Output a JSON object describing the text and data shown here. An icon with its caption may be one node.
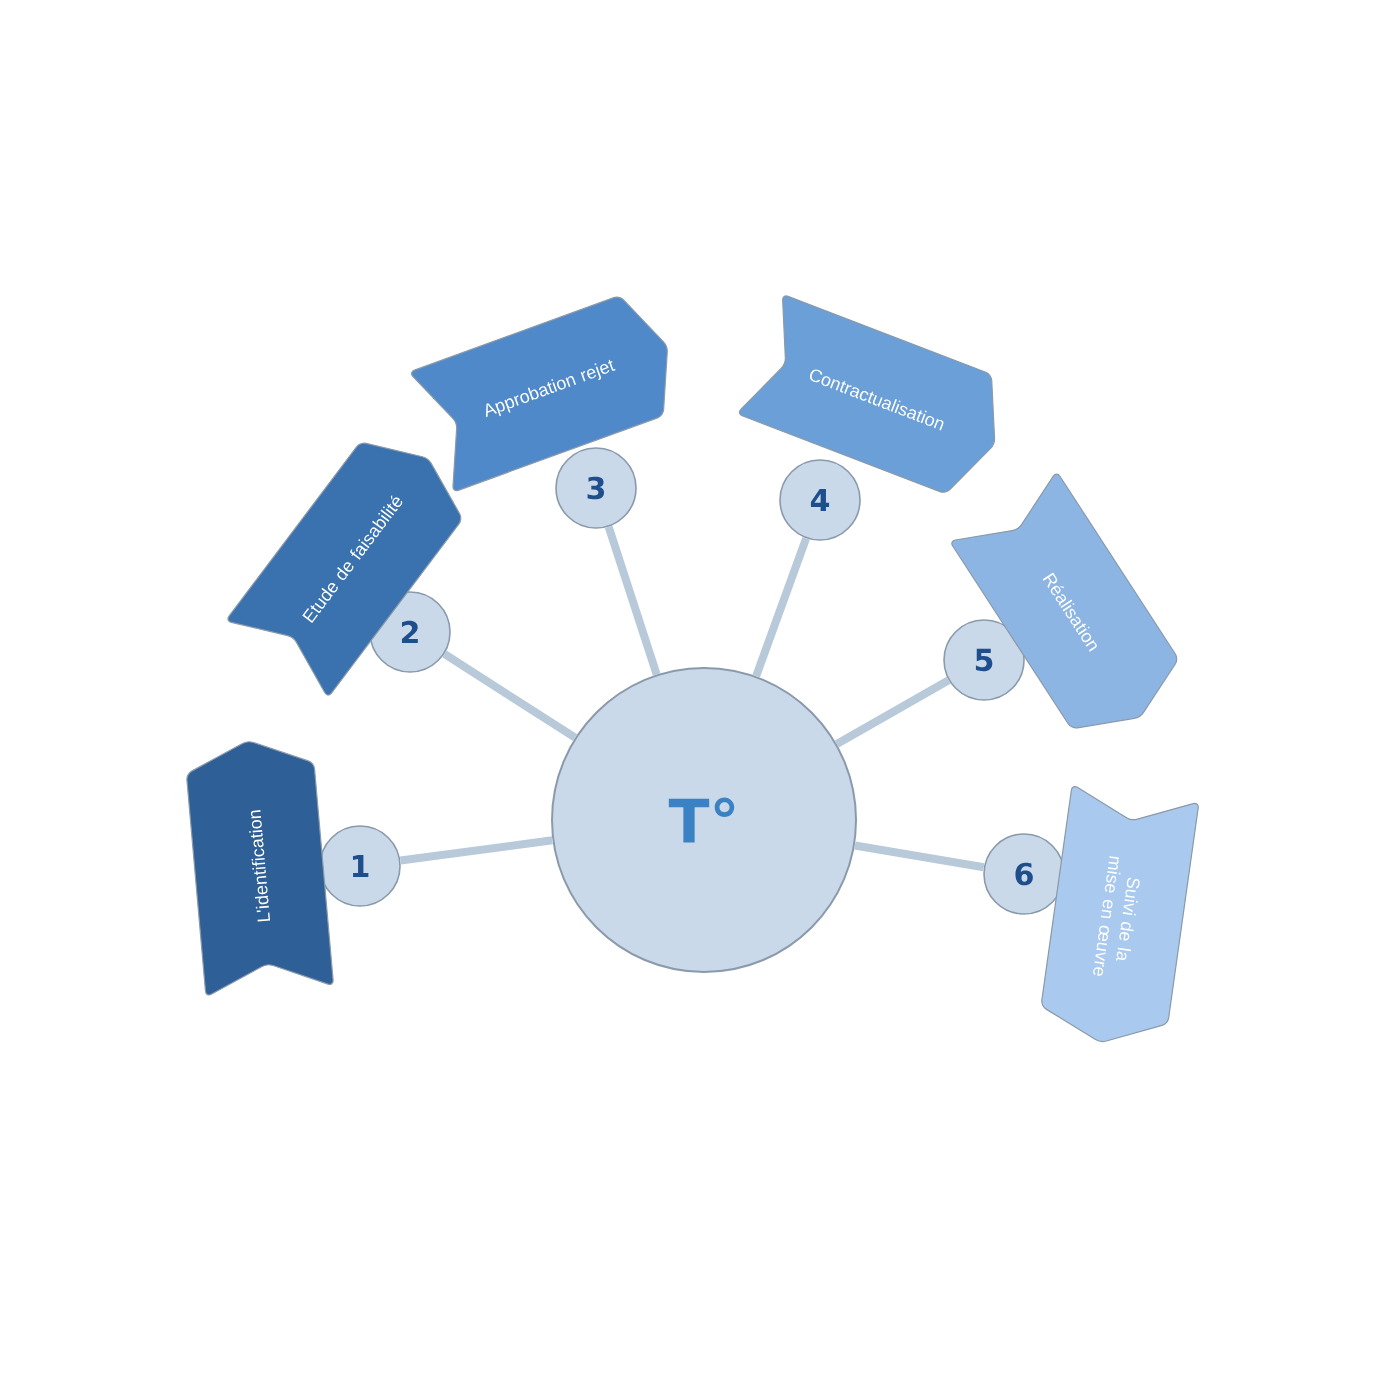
{
  "diagram": {
    "nodes": [
      {
        "text": [
          "T°"
        ]
      },
      {
        "text": [
          "1"
        ]
      },
      {
        "text": [
          "2"
        ]
      },
      {
        "text": [
          "3"
        ]
      },
      {
        "text": [
          "4"
        ]
      },
      {
        "text": [
          "5"
        ]
      },
      {
        "text": [
          "6"
        ]
      },
      {
        "text": [
          "L'identification"
        ]
      },
      {
        "text": [
          "Etude de faisabilité"
        ]
      },
      {
        "text": [
          "Approbation rejet"
        ]
      },
      {
        "text": [
          "Contractualisation"
        ]
      },
      {
        "text": [
          "Réalisation"
        ]
      },
      {
        "text": [
          "Suivi de la mise en œuvre"
        ]
      }
    ],
    "edges": [
      {
        "from": 0,
        "to": 1,
        "arrow": "none"
      },
      {
        "from": 0,
        "to": 2,
        "arrow": "none"
      },
      {
        "from": 0,
        "to": 3,
        "arrow": "none"
      },
      {
        "from": 0,
        "to": 4,
        "arrow": "none"
      },
      {
        "from": 0,
        "to": 5,
        "arrow": "none"
      },
      {
        "from": 0,
        "to": 6,
        "arrow": "none"
      }
    ]
  }
}
